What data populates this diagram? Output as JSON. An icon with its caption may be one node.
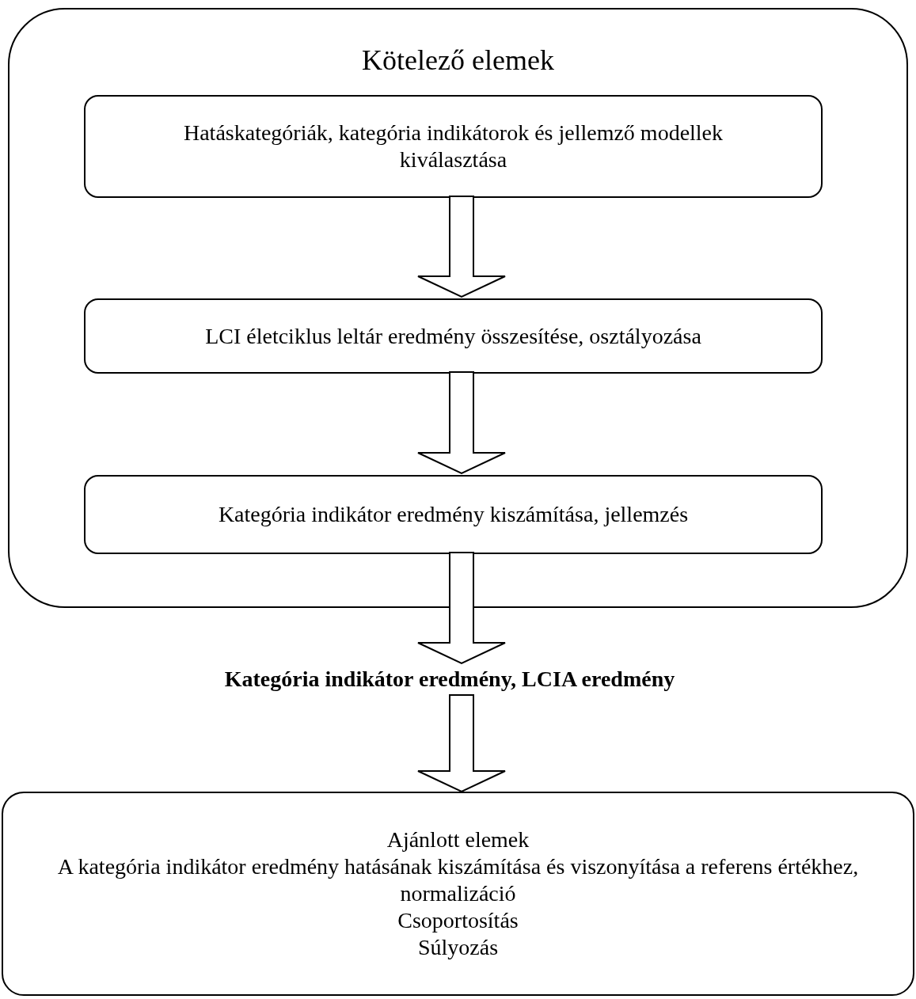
{
  "diagram": {
    "nodes": [
      {
        "text": [
          "Kötelező elemek"
        ]
      },
      {
        "text": [
          "Hatáskategóriák, kategória indikátorok és jellemző modellek kiválasztása"
        ],
        "in": 0
      },
      {
        "text": [
          "LCI életciklus leltár eredmény összesítése, osztályozása"
        ],
        "in": 0
      },
      {
        "text": [
          "Kategória indikátor eredmény kiszámítása, jellemzés"
        ],
        "in": 0
      },
      {
        "text": [
          "Kategória indikátor eredmény, LCIA eredmény"
        ]
      },
      {
        "text": [
          "Ajánlott elemek",
          "A kategória indikátor eredmény hatásának kiszámítása és viszonyítása a referens értékhez, normalizáció",
          "Csoportosítás",
          "Súlyozás"
        ]
      }
    ],
    "edges": [
      {
        "from": 1,
        "to": 2,
        "arrow": "to"
      },
      {
        "from": 2,
        "to": 3,
        "arrow": "to"
      },
      {
        "from": 3,
        "to": 4,
        "arrow": "to"
      },
      {
        "from": 4,
        "to": 5,
        "arrow": "to"
      }
    ]
  }
}
